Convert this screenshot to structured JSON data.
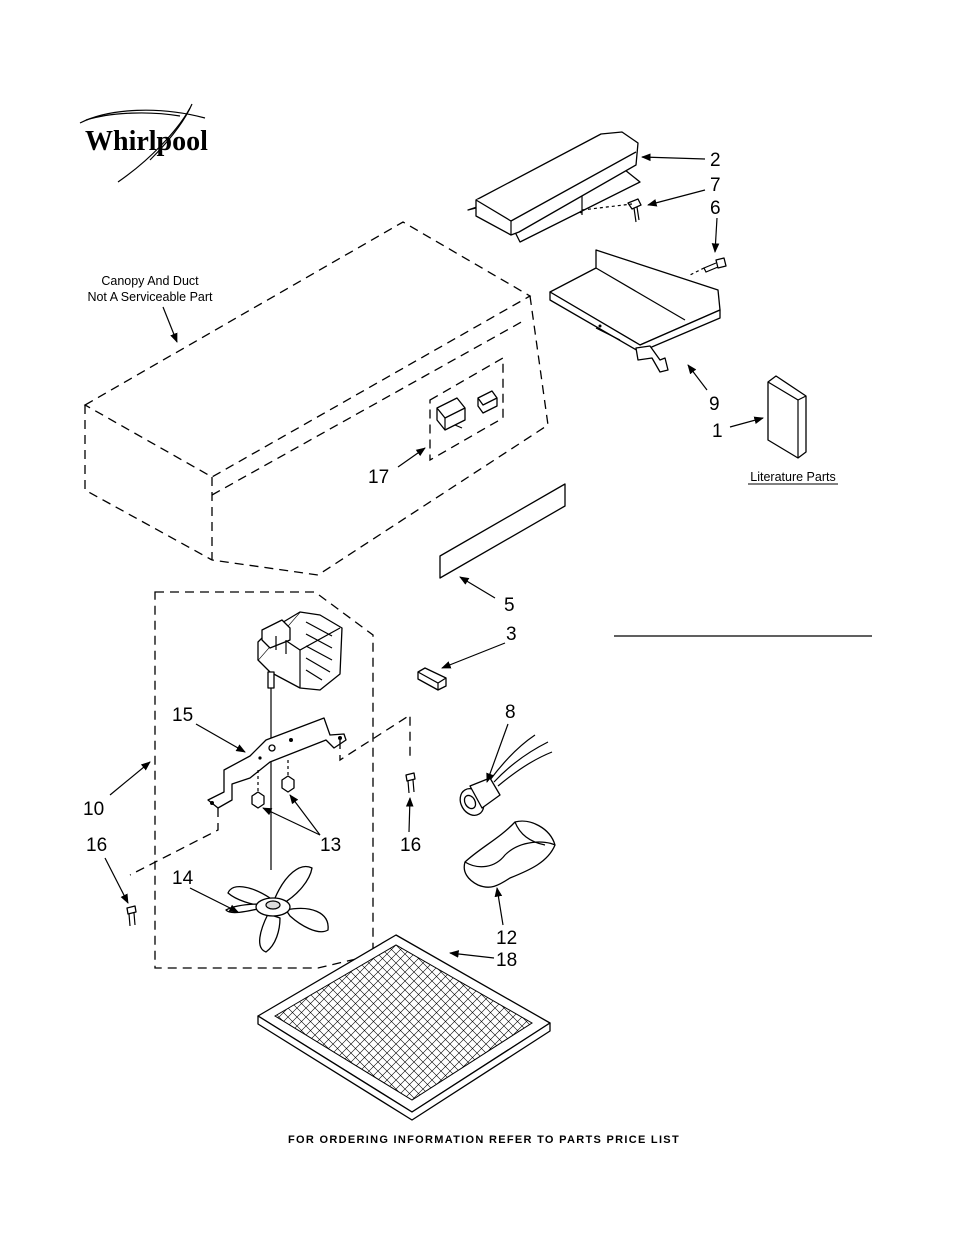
{
  "brand": {
    "logo_text": "Whirlpool"
  },
  "notes": {
    "canopy_line1": "Canopy And Duct",
    "canopy_line2": "Not A Serviceable Part",
    "literature": "Literature Parts"
  },
  "footer": "FOR ORDERING INFORMATION REFER TO PARTS PRICE LIST",
  "callouts": {
    "p2": "2",
    "p7": "7",
    "p6": "6",
    "p9": "9",
    "p1": "1",
    "p17": "17",
    "p5": "5",
    "p3": "3",
    "p8": "8",
    "p15": "15",
    "p10": "10",
    "p16a": "16",
    "p16b": "16",
    "p13": "13",
    "p14": "14",
    "p12": "12",
    "p18": "18"
  }
}
